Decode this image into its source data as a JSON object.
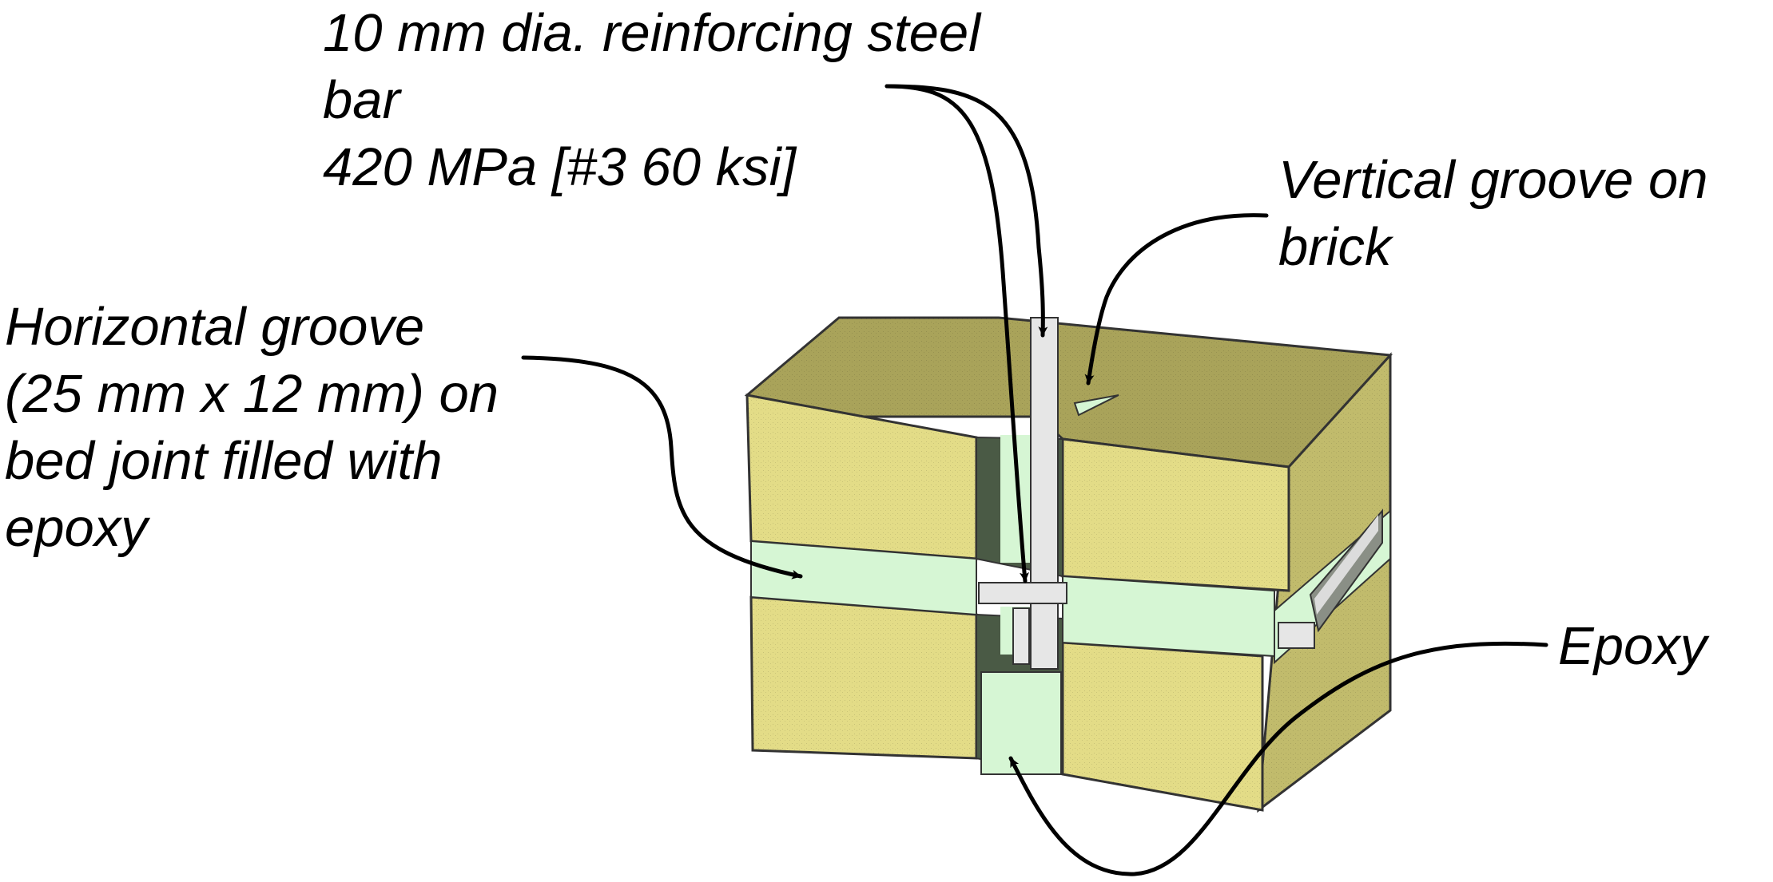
{
  "labels": {
    "steel_bar": {
      "lines": [
        "10 mm dia. reinforcing steel",
        "bar",
        "420 MPa [#3 60 ksi]"
      ]
    },
    "vertical_groove": {
      "lines": [
        "Vertical groove on",
        "brick"
      ]
    },
    "horizontal_groove": {
      "lines": [
        "Horizontal groove",
        "(25 mm x 12 mm) on",
        "bed joint filled with",
        "epoxy"
      ]
    },
    "epoxy": {
      "lines": [
        "Epoxy"
      ]
    }
  },
  "colors": {
    "brick_face": "#e3dc87",
    "brick_top": "#a9a35a",
    "brick_side": "#c1bb6c",
    "epoxy": "#d6f6d4",
    "groove_dark": "#4a5a45",
    "steel": "#e6e6e6",
    "leader": "#000000"
  }
}
